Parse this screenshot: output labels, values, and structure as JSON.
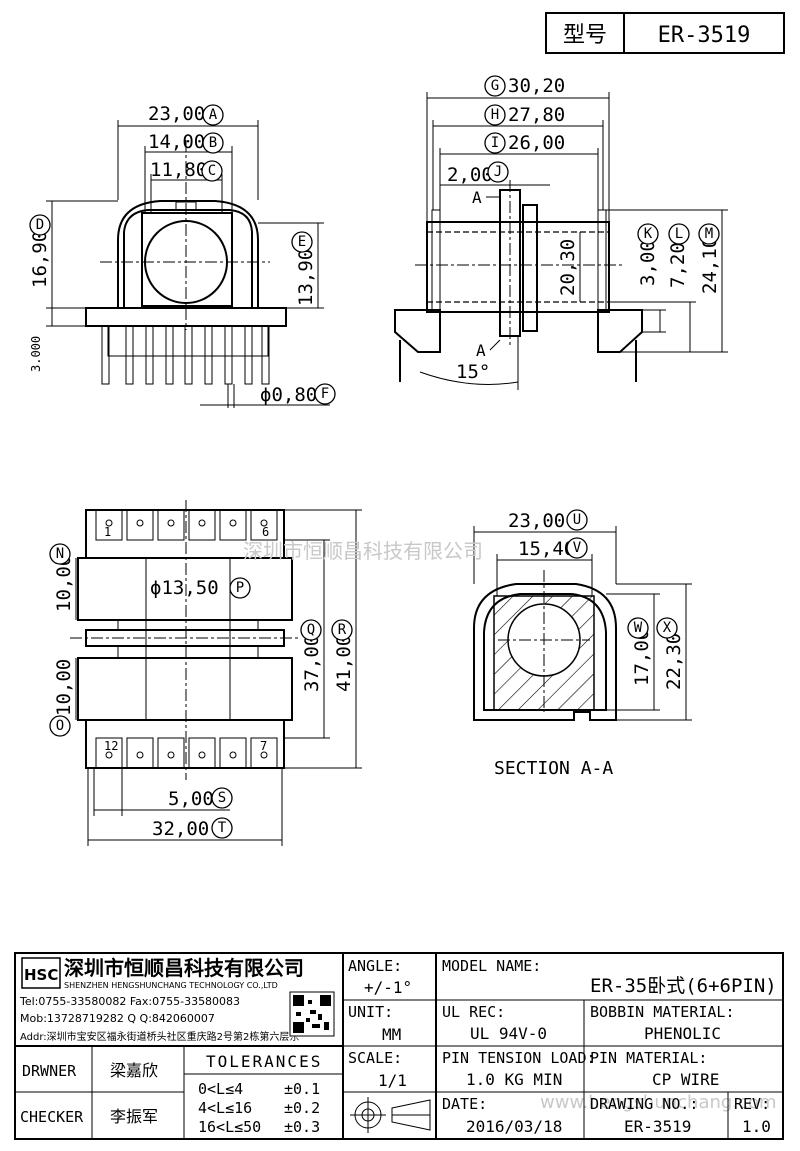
{
  "header": {
    "type_label": "型号",
    "type_value": "ER-3519"
  },
  "top_left_view": {
    "dim_A": "23,00",
    "dim_B": "14,00",
    "dim_C": "11,80",
    "dim_D": "16,90",
    "dim_E": "13,90",
    "dim_F": "ϕ0,80",
    "dim_pin": "3.000",
    "letter_A": "A",
    "letter_B": "B",
    "letter_C": "C",
    "letter_D": "D",
    "letter_E": "E",
    "letter_F": "F"
  },
  "top_right_view": {
    "dim_G": "30,20",
    "dim_H": "27,80",
    "dim_I": "26,00",
    "dim_J": "2,00",
    "dim_K": "3,00",
    "dim_L": "7,20",
    "dim_M": "24,10",
    "dim_mid": "20,30",
    "angle": "15°",
    "section_mark_top": "A",
    "section_mark_bottom": "A",
    "letter_G": "G",
    "letter_H": "H",
    "letter_I": "I",
    "letter_J": "J",
    "letter_K": "K",
    "letter_L": "L",
    "letter_M": "M"
  },
  "bottom_left_view": {
    "dim_N": "10,00",
    "dim_O": "10,00",
    "dim_P": "ϕ13,50",
    "dim_Q": "37,00",
    "dim_R": "41,00",
    "dim_S": "5,00",
    "dim_T": "32,00",
    "pin_1": "1",
    "pin_6": "6",
    "pin_7": "7",
    "pin_12": "12",
    "letter_N": "N",
    "letter_O": "O",
    "letter_P": "P",
    "letter_Q": "Q",
    "letter_R": "R",
    "letter_S": "S",
    "letter_T": "T"
  },
  "section_view": {
    "dim_U": "23,00",
    "dim_V": "15,40",
    "dim_W": "17,00",
    "dim_X": "22,30",
    "caption": "SECTION A-A",
    "letter_U": "U",
    "letter_V": "V",
    "letter_W": "W",
    "letter_X": "X"
  },
  "watermark": {
    "cn": "深圳市恒顺昌科技有限公司",
    "url": "www.hengshunchang.com"
  },
  "title_block": {
    "logo": "HSC",
    "company_cn": "深圳市恒顺昌科技有限公司",
    "company_en": "SHENZHEN HENGSHUNCHANG TECHNOLOGY CO.,LTD",
    "tel_fax": "Tel:0755-33580082 Fax:0755-33580083",
    "mob_qq": "Mob:13728719282       Q  Q:842060007",
    "addr": "Addr:深圳市宝安区福永街道桥头社区重庆路2号第2栋第六层东",
    "angle_label": "ANGLE:",
    "angle_value": "+/-1°",
    "unit_label": "UNIT:",
    "unit_value": "MM",
    "scale_label": "SCALE:",
    "scale_value": "1/1",
    "model_label": "MODEL NAME:",
    "model_value": "ER-35卧式(6+6PIN)",
    "ul_label": "UL REC:",
    "ul_value": "UL 94V-0",
    "bobbin_label": "BOBBIN MATERIAL:",
    "bobbin_value": "PHENOLIC",
    "tension_label": "PIN TENSION LOAD:",
    "tension_value": "1.0 KG MIN",
    "pinmat_label": "PIN MATERIAL:",
    "pinmat_value": "CP WIRE",
    "date_label": "DATE:",
    "date_value": "2016/03/18",
    "drawing_label": "DRAWING NO.:",
    "drawing_value": "ER-3519",
    "rev_label": "REV:",
    "rev_value": "1.0",
    "drawer_label": "DRWNER",
    "drawer_name": "梁嘉欣",
    "checker_label": "CHECKER",
    "checker_name": "李振军",
    "tolerances_title": "TOLERANCES",
    "tol_rows": [
      {
        "range": "0<L≤4",
        "value": "±0.1"
      },
      {
        "range": "4<L≤16",
        "value": "±0.2"
      },
      {
        "range": "16<L≤50",
        "value": "±0.3"
      }
    ]
  }
}
